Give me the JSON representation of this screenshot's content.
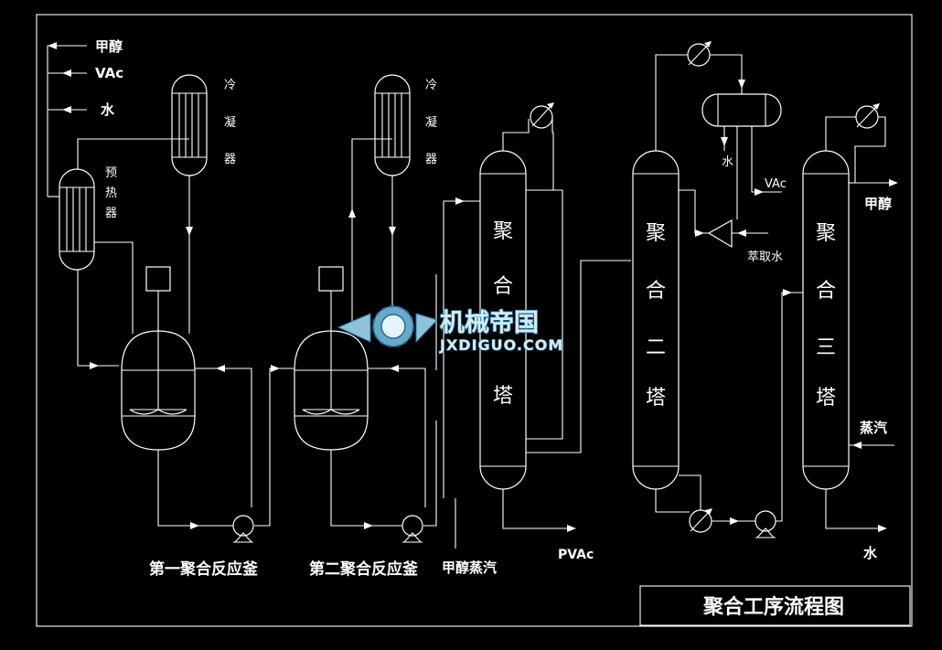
{
  "title": "聚合工序流程图",
  "equipment": {
    "condenser_1": [
      "冷",
      "凝",
      "器"
    ],
    "condenser_2": [
      "冷",
      "凝",
      "器"
    ],
    "preheater": [
      "预",
      "热",
      "器"
    ],
    "reactor_1_label": "第一聚合反应釜",
    "reactor_2_label": "第二聚合反应釜",
    "tower_1": [
      "聚",
      "合",
      "塔"
    ],
    "tower_2": [
      "聚",
      "合",
      "二",
      "塔"
    ],
    "tower_3": [
      "聚",
      "合",
      "三",
      "塔"
    ]
  },
  "streams": {
    "methanol_out": "甲醇",
    "vac_out": "VAc",
    "water_out": "水",
    "methanol_vapor": "甲醇蒸汽",
    "pvac": "PVAc",
    "water_decanter": "水",
    "vac_decanter": "VAc",
    "extraction_water": "萃取水",
    "methanol_t3": "甲醇",
    "steam": "蒸汽",
    "water_bottom": "水"
  },
  "watermark": {
    "logo_text": "机械帝国",
    "url": "JXDIGUO.COM"
  }
}
